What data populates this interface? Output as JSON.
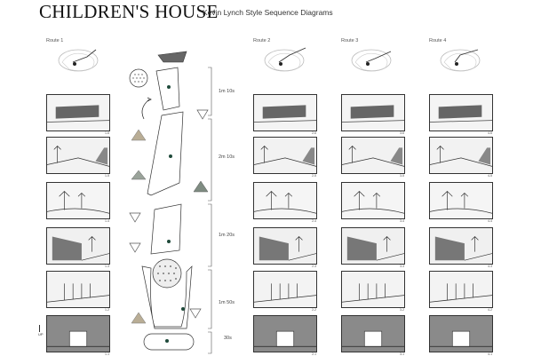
{
  "header": {
    "title": "CHILDREN'S HOUSE",
    "subtitle": "Kevin Lynch Style Sequence Diagrams"
  },
  "routes": [
    {
      "label": "Route 1",
      "frames": [
        "1-6",
        "1-5",
        "1-4",
        "1-3",
        "1-2",
        "1-1"
      ]
    },
    {
      "label": "Route 2",
      "frames": [
        "2-6",
        "2-5",
        "2-4",
        "2-3",
        "2-2",
        "2-1"
      ]
    },
    {
      "label": "Route 3",
      "frames": [
        "3-6",
        "3-5",
        "3-4",
        "3-3",
        "3-2",
        "3-1"
      ]
    },
    {
      "label": "Route 4",
      "frames": [
        "4-6",
        "4-5",
        "4-4",
        "4-3",
        "4-2",
        "4-1"
      ]
    }
  ],
  "timeline": [
    {
      "label": "1m 10s"
    },
    {
      "label": "2m 10s"
    },
    {
      "label": "1m 20s"
    },
    {
      "label": "1m 50s"
    },
    {
      "label": "30s"
    }
  ],
  "up_label": "UP",
  "colors": {
    "accent_green": "#1f4a3a",
    "triangle_sage": "#9aa39a",
    "triangle_tan": "#b9ad95"
  }
}
